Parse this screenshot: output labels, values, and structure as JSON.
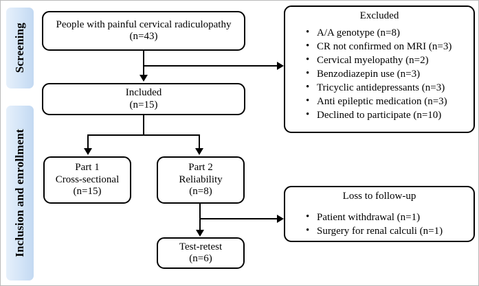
{
  "figure": {
    "type": "flowchart",
    "subject": "Participant flow diagram (CONSORT-style) for a study on painful cervical radiculopathy"
  },
  "stages": [
    {
      "id": "screening",
      "label": "Screening"
    },
    {
      "id": "inclusion",
      "label": "Inclusion and enrollment"
    }
  ],
  "boxes": {
    "screened": {
      "line1": "People with painful cervical radiculopathy",
      "line2": "(n=43)"
    },
    "included": {
      "line1": "Included",
      "line2": "(n=15)"
    },
    "part1": {
      "line1": "Part 1",
      "line2": "Cross-sectional",
      "line3": "(n=15)"
    },
    "part2": {
      "line1": "Part 2",
      "line2": "Reliability",
      "line3": "(n=8)"
    },
    "testretest": {
      "line1": "Test-retest",
      "line2": "(n=6)"
    },
    "excluded": {
      "title": "Excluded",
      "items": [
        "A/A genotype (n=8)",
        "CR not confirmed on MRI (n=3)",
        "Cervical myelopathy (n=2)",
        "Benzodiazepin use (n=3)",
        "Tricyclic antidepressants (n=3)",
        "Anti epileptic medication (n=3)",
        "Declined to participate (n=10)"
      ]
    },
    "loss": {
      "title": "Loss to follow-up",
      "items": [
        "Patient withdrawal (n=1)",
        "Surgery for renal calculi (n=1)"
      ]
    }
  },
  "bullet_glyph": "•",
  "colors": {
    "stage_label_background": "#d3e4f7",
    "box_border": "#000000",
    "connector": "#000000",
    "text": "#000000",
    "canvas_border": "#b9b9b9"
  }
}
